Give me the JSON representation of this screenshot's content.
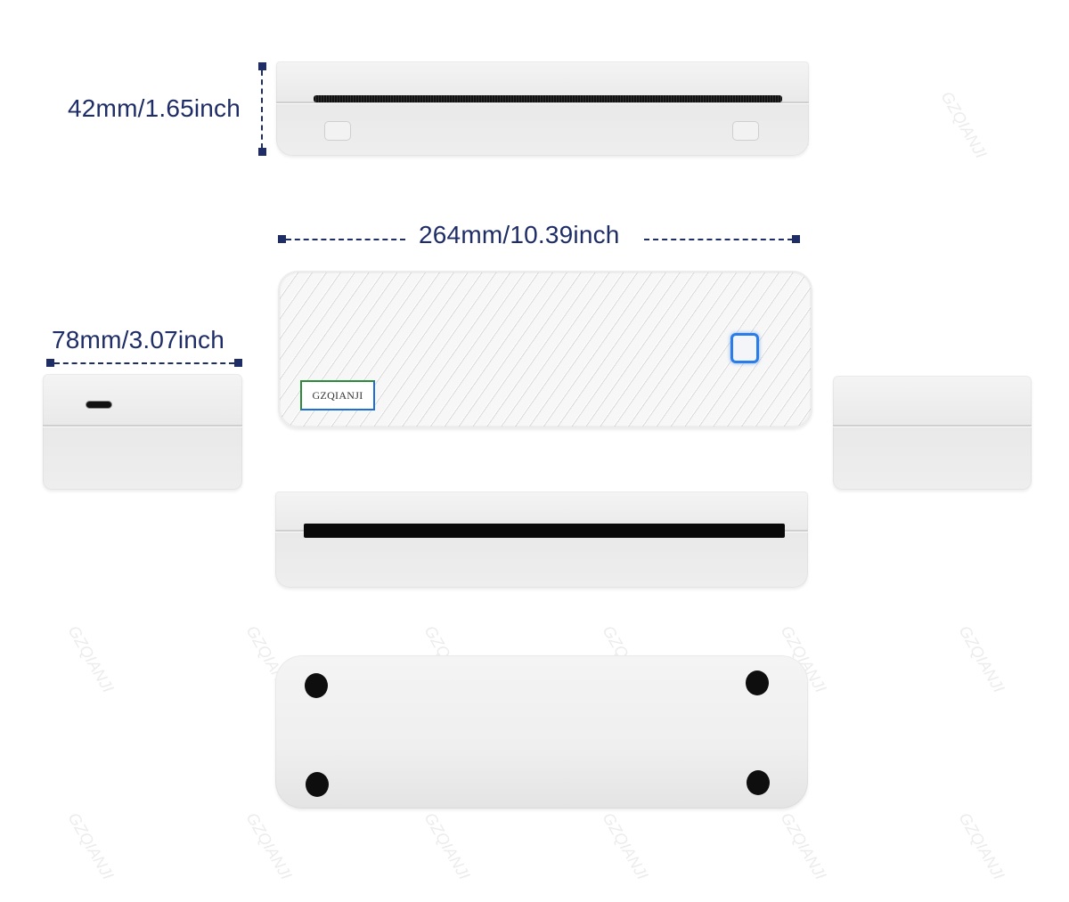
{
  "dimensions": {
    "height": {
      "label": "42mm/1.65inch"
    },
    "length": {
      "label": "264mm/10.39inch"
    },
    "width": {
      "label": "78mm/3.07inch"
    }
  },
  "brand": {
    "logo_text": "GZQIANJI"
  },
  "watermark": {
    "text": "GZQIANJI"
  },
  "colors": {
    "dimension_ink": "#1f2d66",
    "power_button_glow": "#2a7de8",
    "device_body": "#eeeeee",
    "background": "#ffffff"
  },
  "views": [
    {
      "name": "top-front-edge-view"
    },
    {
      "name": "top-view"
    },
    {
      "name": "left-side-view"
    },
    {
      "name": "right-side-view"
    },
    {
      "name": "front-slot-view"
    },
    {
      "name": "bottom-view"
    }
  ]
}
